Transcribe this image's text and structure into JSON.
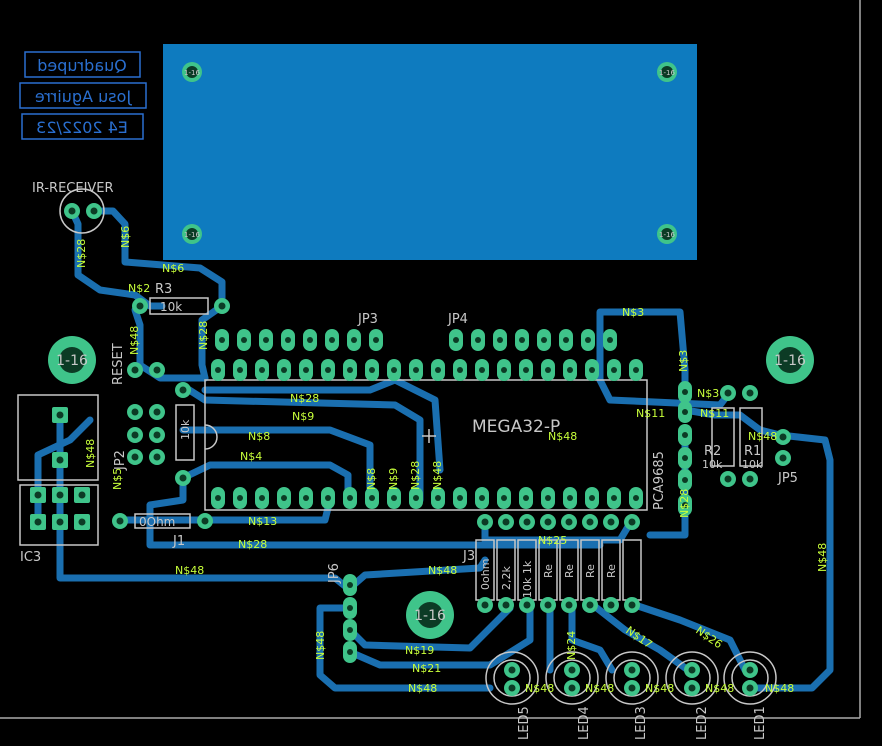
{
  "colors": {
    "background": "#000000",
    "trace": "#1a6fb0",
    "copper_pour": "#0e7bbf",
    "pad": "#3fc48a",
    "pad_hole": "#0c3b25",
    "net_label": "#c8ff3a",
    "silkscreen": "#c8c8c8",
    "outline": "#aaaaaa",
    "logo_text": "#2a6fd0"
  },
  "logos": [
    "Quadruped",
    "Josu Aguirre",
    "E4 2022/23"
  ],
  "components": {
    "ir_receiver": "IR-RECEIVER",
    "r3": "R3",
    "r3_value": "10k",
    "reset": "RESET",
    "jp3": "JP3",
    "jp4": "JP4",
    "mega": "MEGA32-P",
    "pca": "PCA9685",
    "jp2": "JP2",
    "ic3": "IC3",
    "j1": "J1",
    "ohm_label": "0Ohm",
    "jp6": "JP6",
    "r2": "R2",
    "r1": "R1",
    "r1r2_value": "10k",
    "jp5": "JP5",
    "j3": "J3",
    "r_vertical": [
      "0ohm",
      "2,2k",
      "10k 1k",
      "Re",
      "Re",
      "Re",
      "Re"
    ],
    "leds": [
      "LED5",
      "LED4",
      "LED3",
      "LED2",
      "LED1"
    ],
    "mount_large": "1-16",
    "mount_small": "1-16"
  },
  "nets": {
    "n6": "N$6",
    "n28": "N$28",
    "n48": "N$48",
    "n9": "N$9",
    "n8": "N$8",
    "n4": "N$4",
    "n13": "N$13",
    "n3": "N$3",
    "n11": "N$11",
    "n21": "N$21",
    "n19": "N$19",
    "n24": "N$24",
    "n17": "N$17",
    "n26": "N$26",
    "n25": "N$25",
    "n5": "N$5",
    "n2": "N$2"
  }
}
